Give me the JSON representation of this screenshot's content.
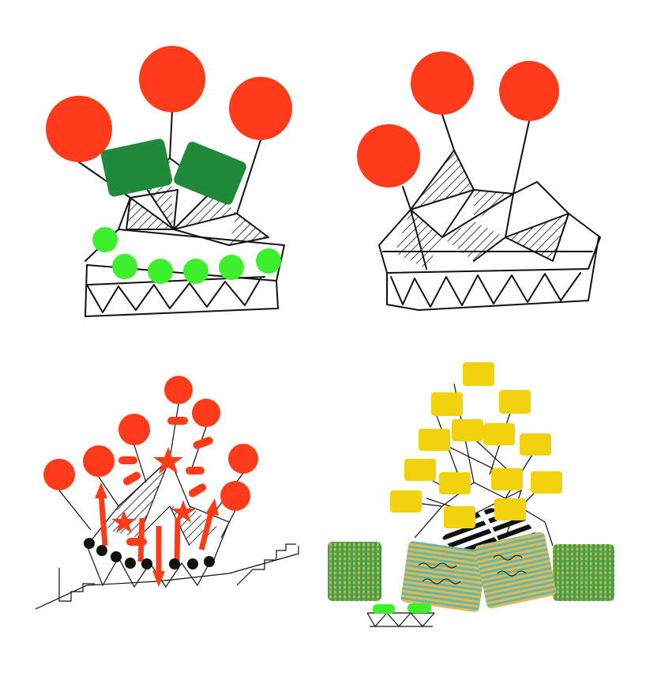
{
  "colors": {
    "balloon_red": "#ff3b1a",
    "panel_green": "#1f8a3a",
    "light_green": "#3cf02c",
    "yellow": "#f2d20c",
    "ink": "#111111",
    "teal": "#5fb8b0",
    "check_green": "#3fa24a",
    "check_orange": "#e8a23a"
  },
  "sketches": [
    {
      "id": "top-left",
      "elements": [
        "red-balloons",
        "green-panels",
        "green-dots",
        "tent-structure"
      ]
    },
    {
      "id": "top-right",
      "elements": [
        "red-balloons",
        "tent-structure"
      ]
    },
    {
      "id": "bottom-left",
      "elements": [
        "red-balloons",
        "red-arrows",
        "red-stars",
        "black-dots",
        "tent-structure",
        "stairs"
      ]
    },
    {
      "id": "bottom-right",
      "elements": [
        "yellow-panels",
        "checkered-panels",
        "striped-panels",
        "small-platform"
      ]
    }
  ]
}
